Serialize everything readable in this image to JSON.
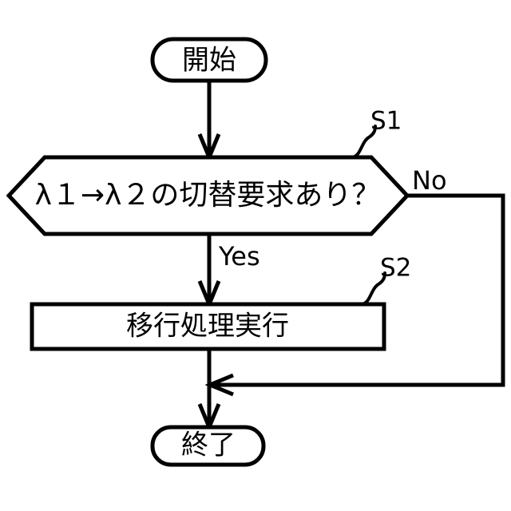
{
  "diagram": {
    "type": "flowchart",
    "orientation": "top-to-bottom",
    "background_color": "#ffffff",
    "stroke_color": "#000000",
    "nodes": {
      "start": {
        "label": "開始",
        "shape": "stadium"
      },
      "decision": {
        "label": "λ１→λ２の切替要求あり？",
        "shape": "hexagon",
        "reference": "S1"
      },
      "process": {
        "label": "移行処理実行",
        "shape": "rectangle",
        "reference": "S2"
      },
      "end": {
        "label": "終了",
        "shape": "stadium"
      }
    },
    "branches": {
      "yes_label": "Yes",
      "no_label": "No"
    }
  }
}
